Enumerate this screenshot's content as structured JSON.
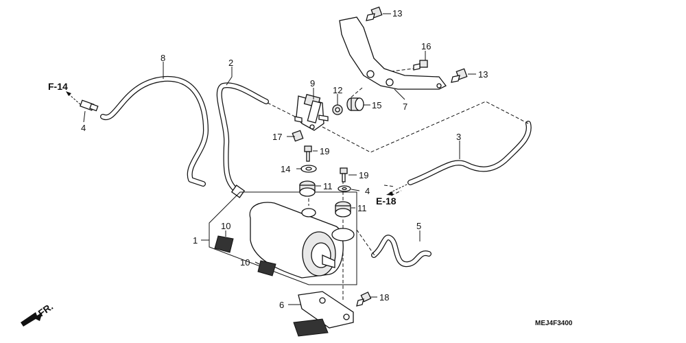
{
  "labels": {
    "p1": "1",
    "p2": "2",
    "p3": "3",
    "p4a": "4",
    "p4b": "4",
    "p5": "5",
    "p6": "6",
    "p7": "7",
    "p8": "8",
    "p9": "9",
    "p10a": "10",
    "p10b": "10",
    "p11a": "11",
    "p11b": "11",
    "p12": "12",
    "p13a": "13",
    "p13b": "13",
    "p14": "14",
    "p15": "15",
    "p16": "16",
    "p17": "17",
    "p18": "18",
    "p19a": "19",
    "p19b": "19"
  },
  "refs": {
    "f14": "F-14",
    "e18": "E-18",
    "fr": "FR."
  },
  "diagram_code": "MEJ4F3400"
}
